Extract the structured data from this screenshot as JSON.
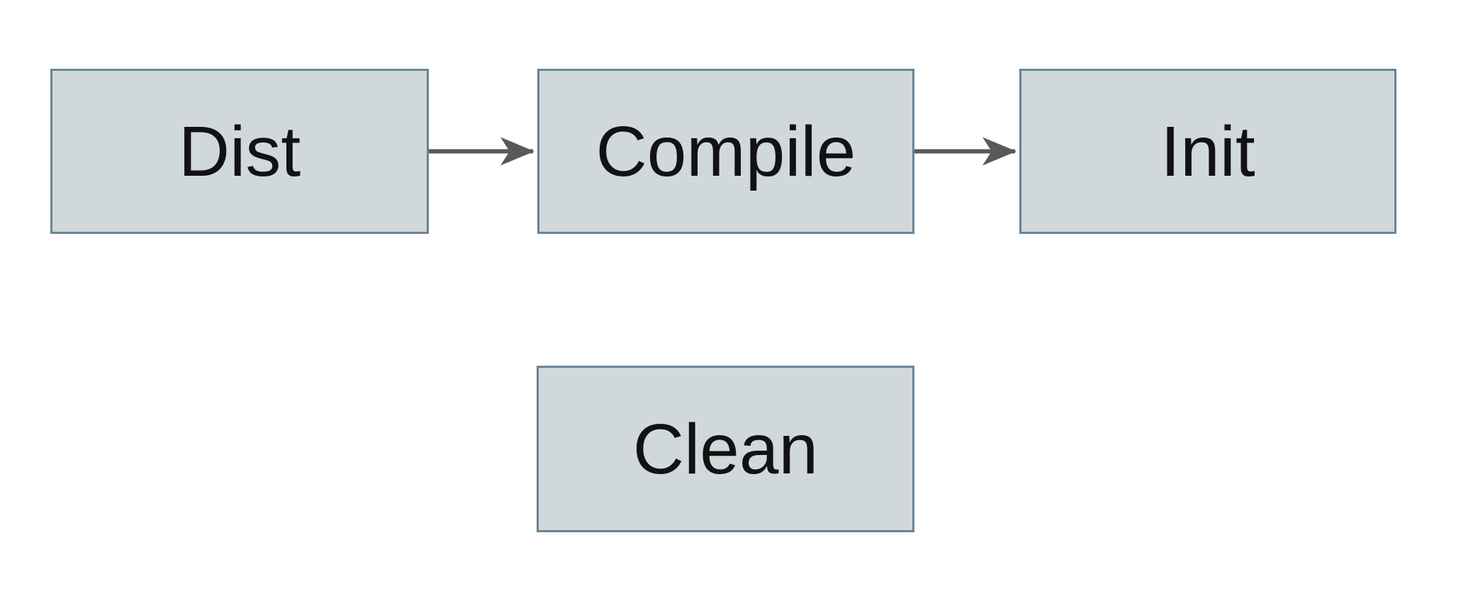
{
  "diagram": {
    "type": "flowchart",
    "background": "#ffffff",
    "node_fill": "#d1d8db",
    "node_border": "#6b8494",
    "arrow_color": "#595959",
    "text_color": "#121212",
    "nodes": [
      {
        "id": "dist",
        "label": "Dist"
      },
      {
        "id": "compile",
        "label": "Compile"
      },
      {
        "id": "init",
        "label": "Init"
      },
      {
        "id": "clean",
        "label": "Clean"
      }
    ],
    "edges": [
      {
        "from": "Dist",
        "to": "Compile",
        "direction": "right"
      },
      {
        "from": "Compile",
        "to": "Init",
        "direction": "right"
      }
    ]
  }
}
